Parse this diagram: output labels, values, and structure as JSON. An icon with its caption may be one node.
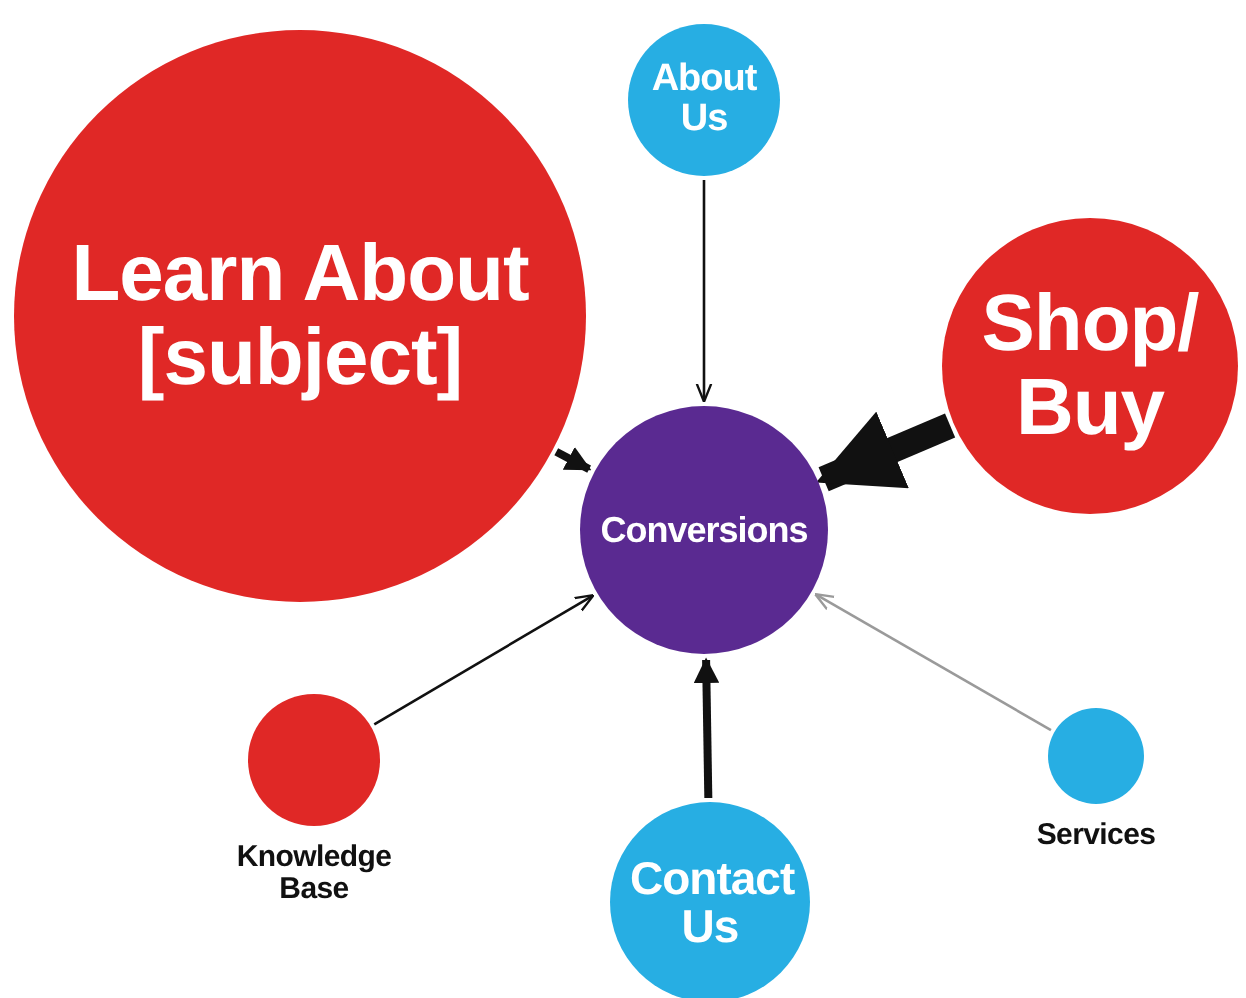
{
  "diagram": {
    "nodes": [
      {
        "text": [
          "Learn About [subject]"
        ]
      },
      {
        "text": [
          "About Us"
        ]
      },
      {
        "text": [
          "Shop/ Buy"
        ]
      },
      {
        "text": [
          "Conversions"
        ]
      },
      {
        "text": [
          "Knowledge Base"
        ]
      },
      {
        "text": [
          "Services"
        ]
      },
      {
        "text": [
          "Contact Us"
        ]
      }
    ],
    "edges": [
      {
        "from": 0,
        "to": 3,
        "arrow": "to",
        "style": "thick"
      },
      {
        "from": 1,
        "to": 3,
        "arrow": "to"
      },
      {
        "from": 2,
        "to": 3,
        "arrow": "to",
        "style": "thick"
      },
      {
        "from": 4,
        "to": 3,
        "arrow": "to"
      },
      {
        "from": 5,
        "to": 3,
        "arrow": "to",
        "color": "#9a9a9a"
      },
      {
        "from": 6,
        "to": 3,
        "arrow": "to",
        "style": "thick"
      }
    ]
  }
}
